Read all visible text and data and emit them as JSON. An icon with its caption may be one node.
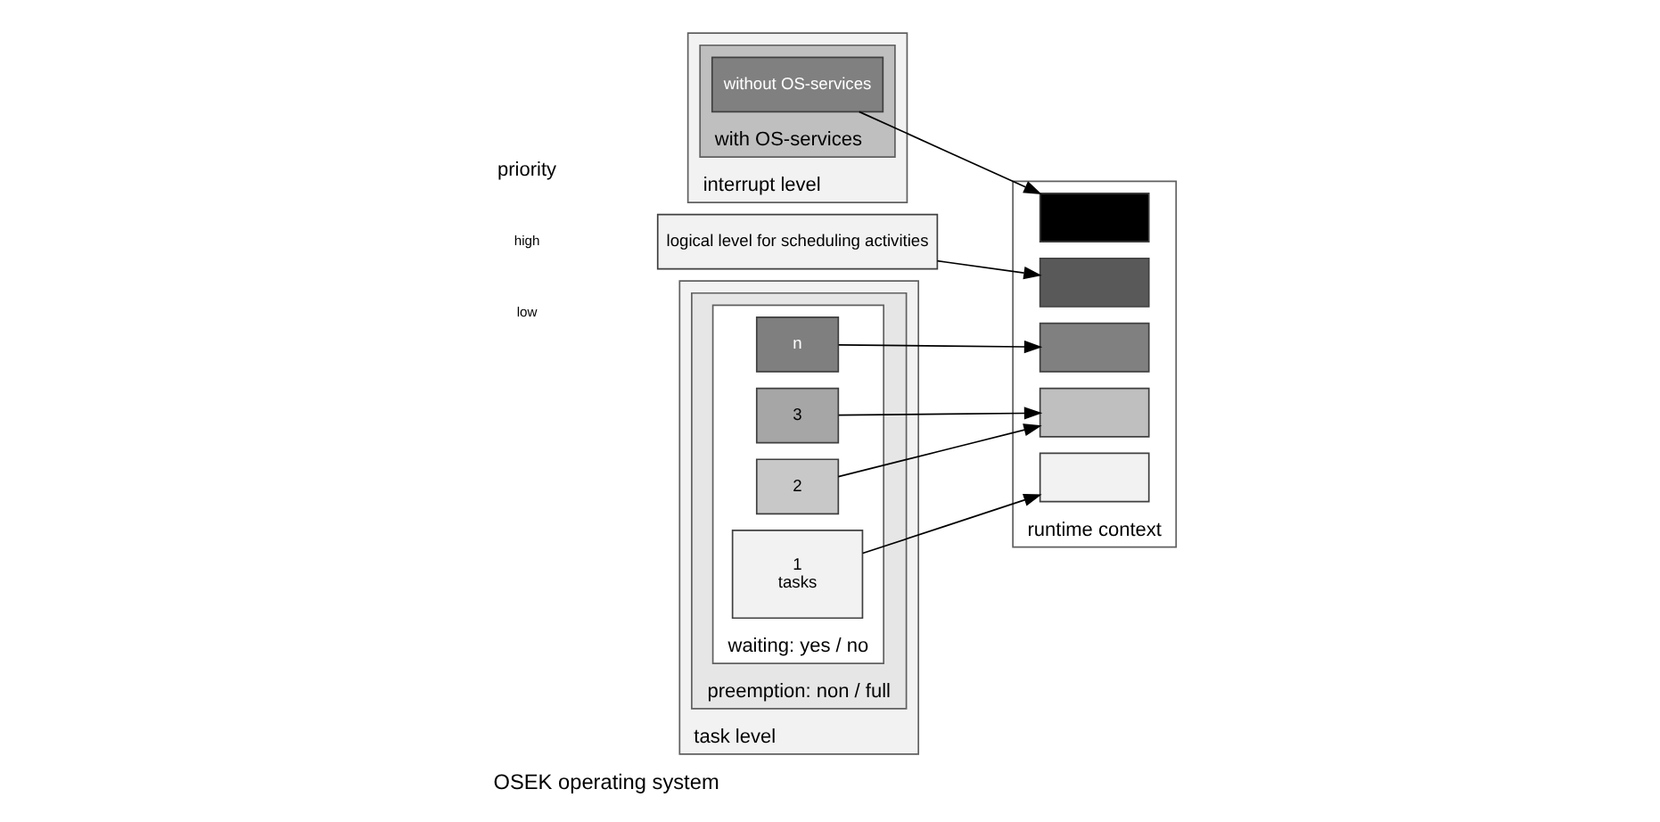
{
  "diagram": {
    "caption": "OSEK operating system",
    "nodes": [
      {
        "text": [
          "interrupt level"
        ]
      },
      {
        "text": [
          "with OS-services"
        ],
        "in": 0
      },
      {
        "text": [
          "without OS-services"
        ],
        "in": 1
      },
      {
        "text": [
          "logical level for scheduling activities"
        ]
      },
      {
        "text": [
          "task level"
        ]
      },
      {
        "text": [
          "preemption: non / full"
        ],
        "in": 4
      },
      {
        "text": [
          "waiting: yes / no"
        ],
        "in": 5
      },
      {
        "text": [
          "1",
          "tasks"
        ],
        "in": 6
      },
      {
        "text": [
          "2"
        ],
        "in": 6
      },
      {
        "text": [
          "3"
        ],
        "in": 6
      },
      {
        "text": [
          "n"
        ],
        "in": 6
      },
      {
        "text": [
          "runtime context"
        ]
      },
      {
        "text": [],
        "shape": "bar",
        "in": 11
      },
      {
        "text": [],
        "shape": "bar",
        "in": 11
      },
      {
        "text": [],
        "shape": "bar",
        "in": 11
      },
      {
        "text": [],
        "shape": "bar",
        "in": 11
      },
      {
        "text": [],
        "shape": "bar",
        "in": 11
      }
    ],
    "edges": [
      {
        "from": 2,
        "to": 12,
        "arrow": "to"
      },
      {
        "from": 3,
        "to": 13,
        "arrow": "to"
      },
      {
        "from": 10,
        "to": 14,
        "arrow": "to"
      },
      {
        "from": 9,
        "to": 15,
        "arrow": "to"
      },
      {
        "from": 8,
        "to": 15,
        "arrow": "to"
      },
      {
        "from": 7,
        "to": 16,
        "arrow": "to"
      }
    ],
    "labels": [
      "priority",
      "high",
      "low"
    ]
  }
}
